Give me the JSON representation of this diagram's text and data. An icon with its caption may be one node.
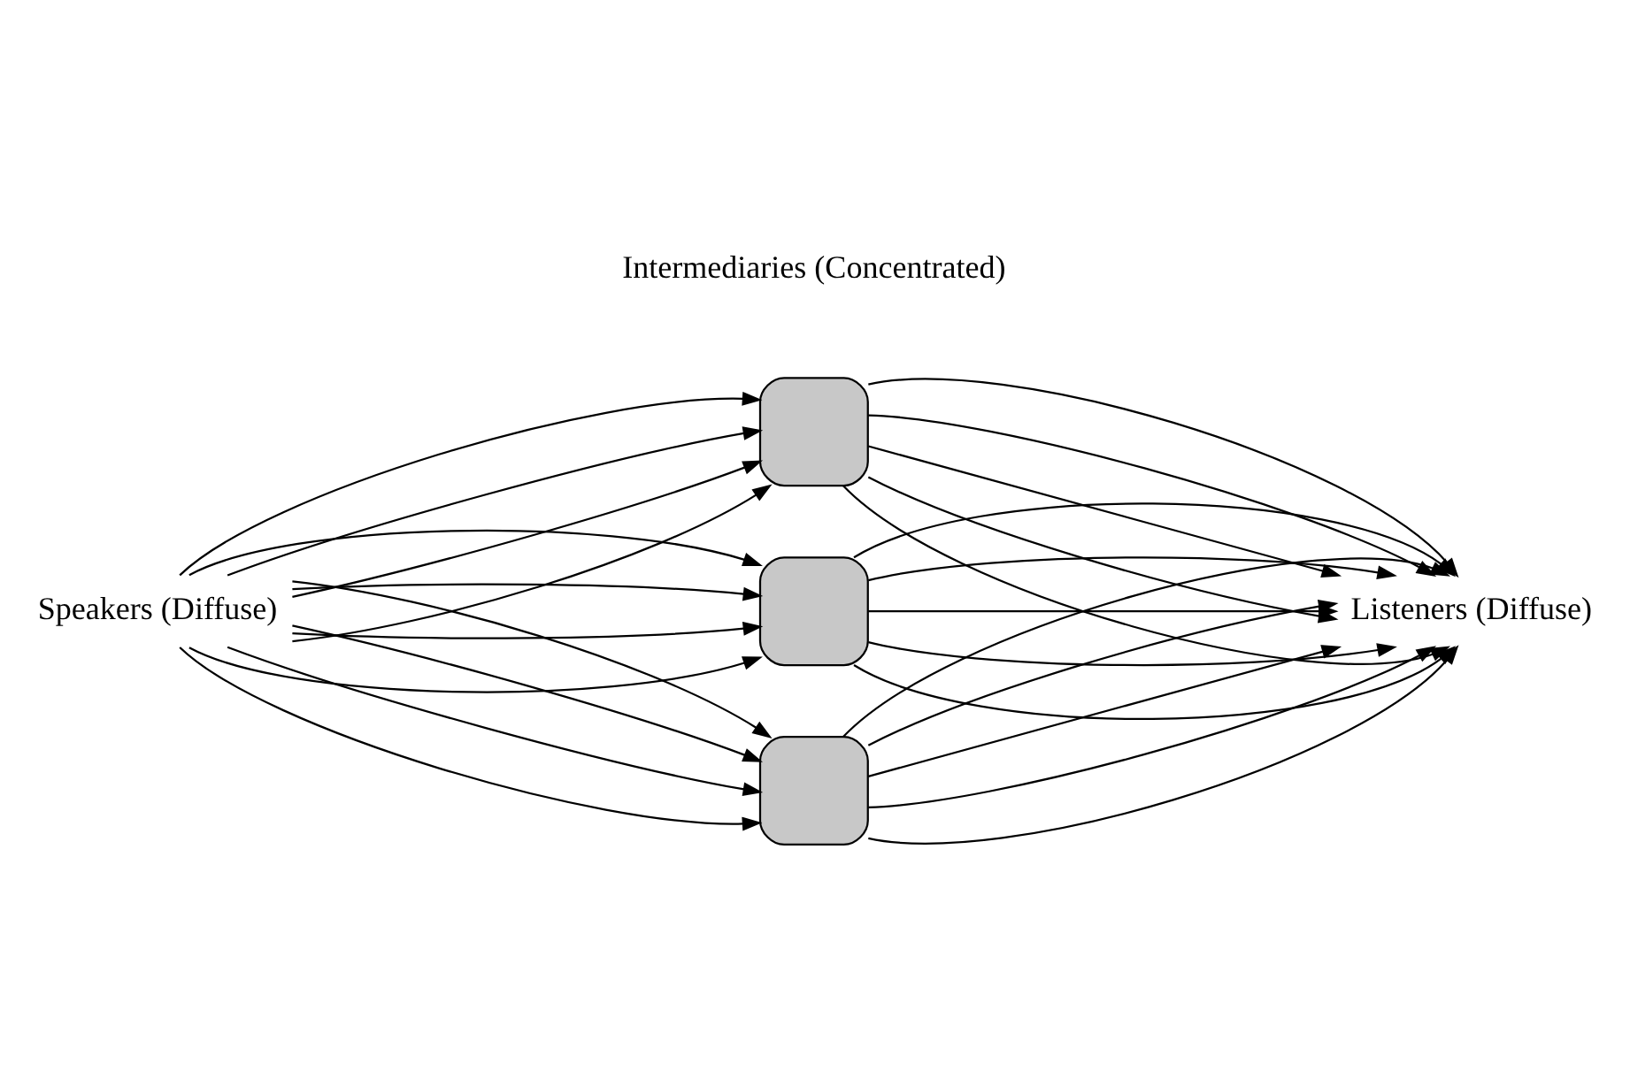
{
  "diagram": {
    "nodes": [
      {
        "text": [
          "Speakers (Diffuse)"
        ]
      },
      {
        "text": [],
        "shape": "box"
      },
      {
        "text": [],
        "shape": "box"
      },
      {
        "text": [],
        "shape": "box"
      },
      {
        "text": [
          "Listeners (Diffuse)"
        ]
      }
    ],
    "edges": [
      {
        "from": 0,
        "to": 1,
        "arrow": "to"
      },
      {
        "from": 0,
        "to": 1,
        "arrow": "to"
      },
      {
        "from": 0,
        "to": 1,
        "arrow": "to"
      },
      {
        "from": 0,
        "to": 1,
        "arrow": "to"
      },
      {
        "from": 0,
        "to": 2,
        "arrow": "to"
      },
      {
        "from": 0,
        "to": 2,
        "arrow": "to"
      },
      {
        "from": 0,
        "to": 2,
        "arrow": "to"
      },
      {
        "from": 0,
        "to": 2,
        "arrow": "to"
      },
      {
        "from": 0,
        "to": 3,
        "arrow": "to"
      },
      {
        "from": 0,
        "to": 3,
        "arrow": "to"
      },
      {
        "from": 0,
        "to": 3,
        "arrow": "to"
      },
      {
        "from": 0,
        "to": 3,
        "arrow": "to"
      },
      {
        "from": 1,
        "to": 4,
        "arrow": "to"
      },
      {
        "from": 1,
        "to": 4,
        "arrow": "to"
      },
      {
        "from": 1,
        "to": 4,
        "arrow": "to"
      },
      {
        "from": 1,
        "to": 4,
        "arrow": "to"
      },
      {
        "from": 1,
        "to": 4,
        "arrow": "to"
      },
      {
        "from": 2,
        "to": 4,
        "arrow": "to"
      },
      {
        "from": 2,
        "to": 4,
        "arrow": "to"
      },
      {
        "from": 2,
        "to": 4,
        "arrow": "to"
      },
      {
        "from": 2,
        "to": 4,
        "arrow": "to"
      },
      {
        "from": 2,
        "to": 4,
        "arrow": "to"
      },
      {
        "from": 3,
        "to": 4,
        "arrow": "to"
      },
      {
        "from": 3,
        "to": 4,
        "arrow": "to"
      },
      {
        "from": 3,
        "to": 4,
        "arrow": "to"
      },
      {
        "from": 3,
        "to": 4,
        "arrow": "to"
      },
      {
        "from": 3,
        "to": 4,
        "arrow": "to"
      }
    ],
    "labels": [
      "Intermediaries (Concentrated)"
    ]
  }
}
